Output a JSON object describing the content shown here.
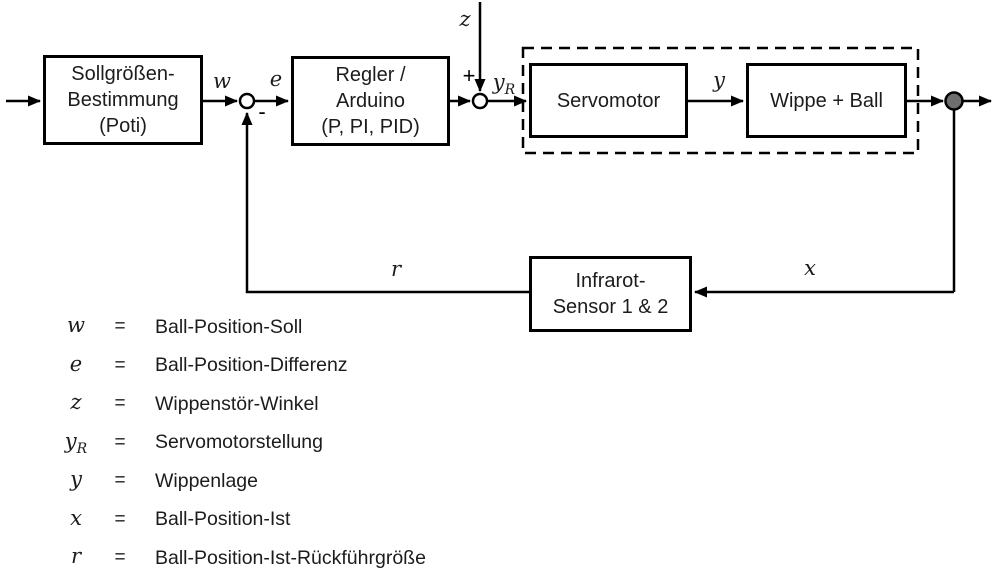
{
  "diagram": {
    "blocks": {
      "sollgroessen": {
        "lines": [
          "Sollgrößen-",
          "Bestimmung",
          "(Poti)"
        ]
      },
      "regler": {
        "lines": [
          "Regler /",
          "Arduino",
          "(P, PI, PID)"
        ]
      },
      "servomotor": {
        "lines": [
          "Servomotor"
        ]
      },
      "wippe": {
        "lines": [
          "Wippe + Ball"
        ]
      },
      "infrarot": {
        "lines": [
          "Infrarot-",
          "Sensor 1 & 2"
        ]
      }
    },
    "signals": {
      "w": "w",
      "e": "e",
      "z": "z",
      "yr_base": "y",
      "yr_sub": "R",
      "y": "y",
      "x": "x",
      "r": "r",
      "plus": "+",
      "minus": "-"
    },
    "colors": {
      "stroke": "#000000",
      "branch_node_fill": "#6e6e6e",
      "background": "#ffffff"
    }
  },
  "legend": {
    "items": [
      {
        "symbol": "w",
        "eq": "=",
        "label": "Ball-Position-Soll"
      },
      {
        "symbol": "e",
        "eq": "=",
        "label": "Ball-Position-Differenz"
      },
      {
        "symbol": "z",
        "eq": "=",
        "label": "Wippenstör-Winkel"
      },
      {
        "symbol": "y",
        "symbol_sub": "R",
        "eq": "=",
        "label": "Servomotorstellung"
      },
      {
        "symbol": "y",
        "eq": "=",
        "label": "Wippenlage"
      },
      {
        "symbol": "x",
        "eq": "=",
        "label": "Ball-Position-Ist"
      },
      {
        "symbol": "r",
        "eq": "=",
        "label": "Ball-Position-Ist-Rückführgröße"
      }
    ]
  }
}
